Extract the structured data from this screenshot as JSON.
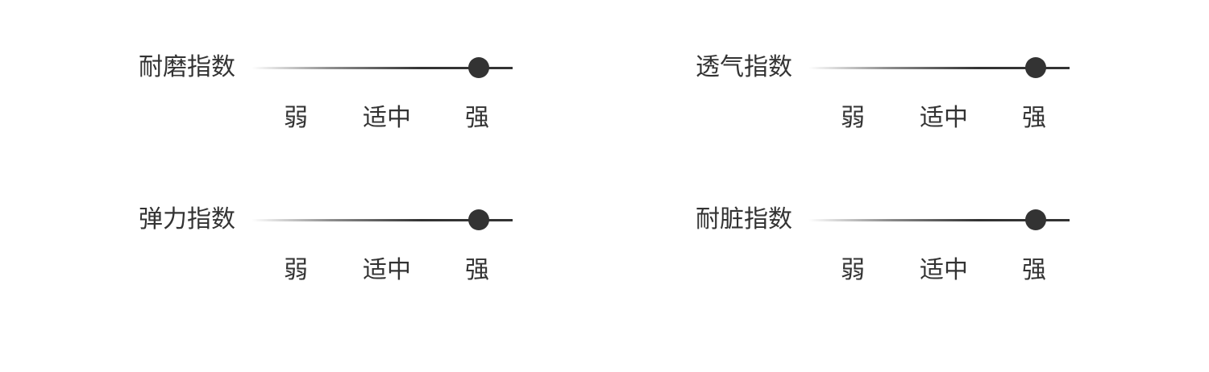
{
  "metrics": [
    {
      "label": "耐磨指数",
      "level": "强",
      "value": 1.0
    },
    {
      "label": "透气指数",
      "level": "强",
      "value": 1.0
    },
    {
      "label": "弹力指数",
      "level": "强",
      "value": 1.0
    },
    {
      "label": "耐脏指数",
      "level": "强",
      "value": 1.0
    }
  ],
  "scale": {
    "weak": "弱",
    "medium": "适中",
    "strong": "强"
  },
  "colors": {
    "text": "#333333",
    "track": "#333333",
    "knob": "#333333",
    "background": "#ffffff"
  }
}
